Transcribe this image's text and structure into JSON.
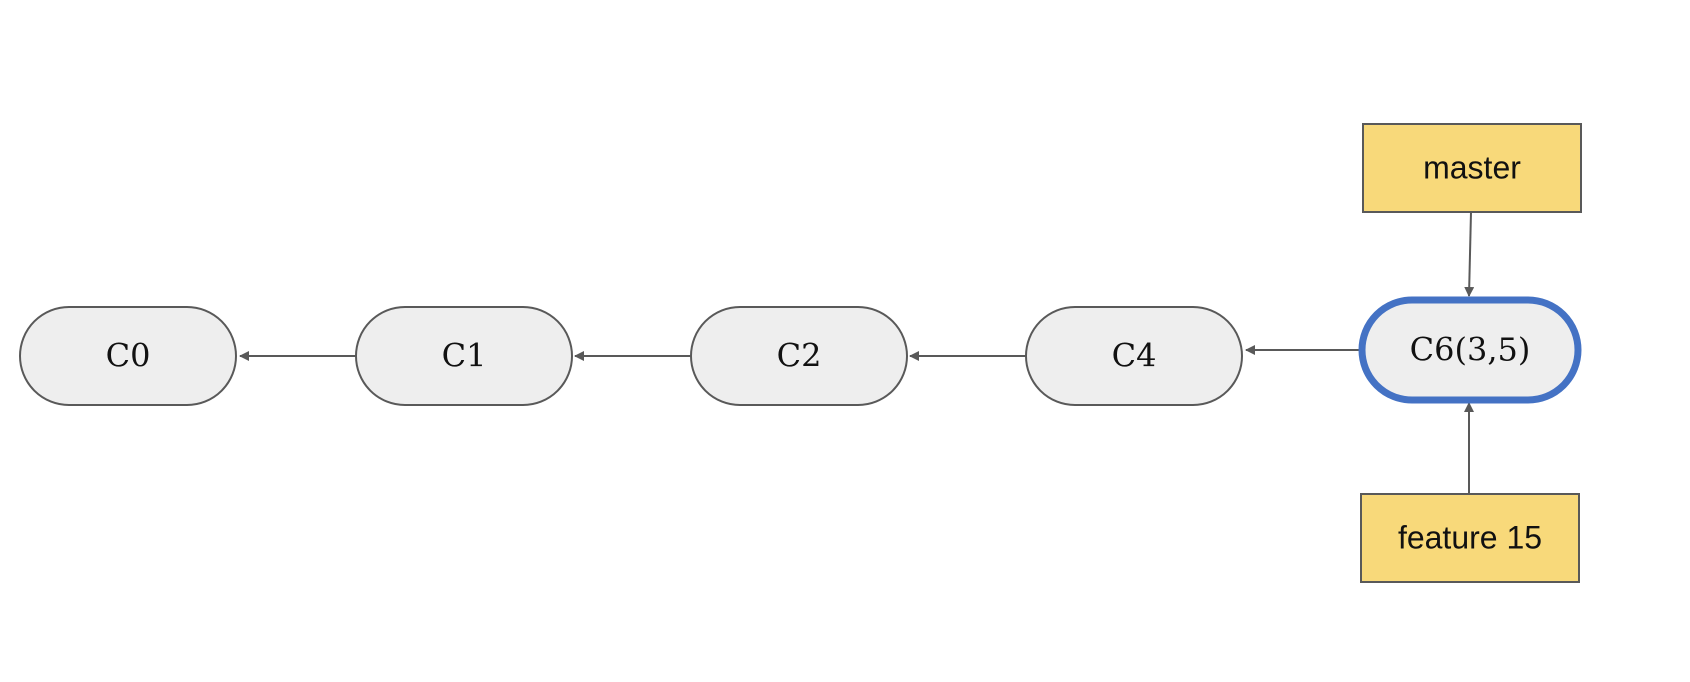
{
  "commits": [
    {
      "id": "c0",
      "label": "C0"
    },
    {
      "id": "c1",
      "label": "C1"
    },
    {
      "id": "c2",
      "label": "C2"
    },
    {
      "id": "c4",
      "label": "C4"
    },
    {
      "id": "c6",
      "label": "C6(3,5)",
      "highlighted": true
    }
  ],
  "branches": [
    {
      "id": "master",
      "label": "master",
      "points_to": "c6"
    },
    {
      "id": "feature15",
      "label": "feature 15",
      "points_to": "c6"
    }
  ],
  "edges": [
    {
      "from": "c1",
      "to": "c0"
    },
    {
      "from": "c2",
      "to": "c1"
    },
    {
      "from": "c4",
      "to": "c2"
    },
    {
      "from": "c6",
      "to": "c4"
    }
  ],
  "colors": {
    "commit_fill": "#eeeeee",
    "commit_stroke": "#595959",
    "highlight_stroke": "#4472c4",
    "branch_fill": "#f8d97a",
    "edge": "#595959"
  }
}
